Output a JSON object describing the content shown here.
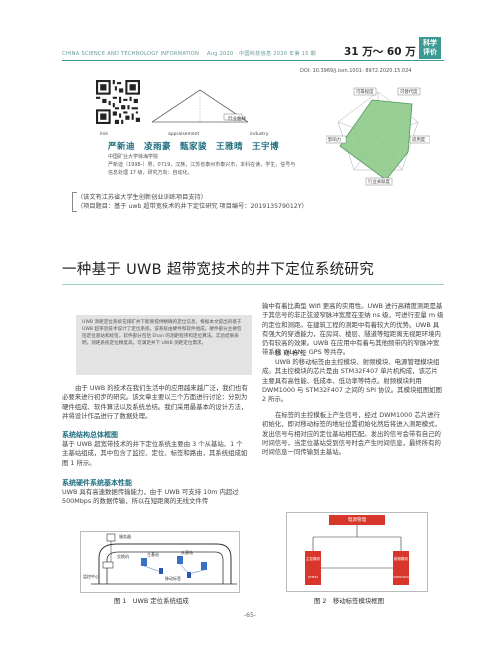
{
  "header": {
    "journal_en": "CHINA SCIENCE AND TECHNOLOGY INFORMATION",
    "issue": "Aug.2020 · 中国科技信息 2020 年第 15 期",
    "price": "31 万～ 60 万",
    "badge_line1": "科学",
    "badge_line2": "评价",
    "doi": "DOI: 10.3969/j.issn.1001- 8972.2020.15.024"
  },
  "evaluation": {
    "triangle_labels": [
      "link",
      "appraisement",
      "industry"
    ],
    "triangle_tag": "行业曲线",
    "radar_labels": [
      "可靠程度",
      "可替代度",
      "影响力",
      "适用度",
      "行业关联度"
    ]
  },
  "authors": {
    "names": "严新迪　凌雨豪　甄家骏　王雅晴　王宇博",
    "affiliation_1": "中国矿业大学徐海学院",
    "affiliation_2": "严新迪（1998-）男，0719，汉族，江苏省泰州市泰兴市，本科在读，学生，信号与信息处理 17 级，研究方向：自动化。"
  },
  "funding": {
    "line1": "（该文有江苏省大学生创新创业训练项目支持）",
    "line2": "（项目题目：基于 uwb 超带宽技术的井下定位研究 项目编号：201913579012Y）"
  },
  "article": {
    "title": "一种基于 UWB 超带宽技术的井下定位系统研究",
    "abstract": "UWB 测距定位系统在煤矿井下能够提供精确的定位信息，根据本文提出的基于 UWB 超带宽技术设计了定位系统，该系统由硬件和软件组成。硬件部分主要包括定位基站和标签，软件部分包括 Ehan 的测距程序和定位算法。实验结果表明，测距系统定位精度高，可满足井下 UWB 测距定位需求。",
    "intro": "由于 UWB 的技术在我们生活中的应用越来越广泛，我们也有必要来进行初步的研究。该文章主要以三个方面进行讨论：分别为硬件组成、软件算法以及系统总结。我们采用最基本的设计方法，并将设计作品进行了数据处理。",
    "sec1_title": "系统结构总体框图",
    "sec1_body": "基于 UWB 超宽带技术的井下定位系统主要由 3 个从基站、1 个主基站组成，其中包含了监控、定位、标签和路由，其系统组成如图 1 所示。",
    "sec2_title": "系统硬件系统基本性能",
    "sec2_body": "UWB 具有高速数据传输能力，由于 UWB 可支持 10m 内超过 500Mbps 的数据传输，所以在短距离的无线文件传",
    "right_col_1": "输中有着比典型 Wifi 更高的实用性。UWB 进行高精度测距是基于其信号的非正弦波窄脉冲宽度在亚纳 ns 级，可进行亚量 m 级的定位和测距。在建筑工程的测距中有着较大的优势。UWB 具有强大的穿透能力，在房间、楼层、隧道等短距离无视距环境内仍有较高的效果。UWB 在应用中有着与其他频带内的窄脉冲宽带系统 WLAN、GPS 等共存。",
    "right_sub": "移 动 标 签",
    "right_col_2": "UWB 的移动标签由主控模块、射频模块、电源管理模块组成。其主控模块的芯片是由 STM32F407 单片机构成，该芯片主要具有高性能、低成本、低功率等特点。射频模块利用 DWM1000 与 STM32F407 之间的 SPI 协议。其模块组图如图 2 所示。",
    "right_col_3": "在标签的主控模板上产生信号，经过 DWM1000 芯片进行初始化，即对移动标签的地址位置初始化然后将进入测距模式，发出信号与相对应的定位基站相匹配。发出的信号会带有自己的时间信号，当定位基站受到信号时会产生时间信息，最终所有的时间信息一同传输到主基站。",
    "fig1_caption": "图 1　UWB 定位系统组成",
    "fig2_caption": "图 2　移动标签模块框图"
  },
  "figure1": {
    "label_top": "服务器",
    "label_switch": "交换机",
    "label_mid": "主基站",
    "label_sub": "从基站",
    "label_tag": "移动标签",
    "label_left": "监控中心"
  },
  "figure2": {
    "power": "电源管理",
    "left_box": "主控模块",
    "right_box": "射频模块",
    "left_sub": "STM32",
    "right_sub": "DWM1000"
  },
  "page_number": "-65-",
  "colors": {
    "accent": "#3d9a92",
    "radar_fill": "#8fca8a",
    "fig2_red": "#d9362b"
  }
}
